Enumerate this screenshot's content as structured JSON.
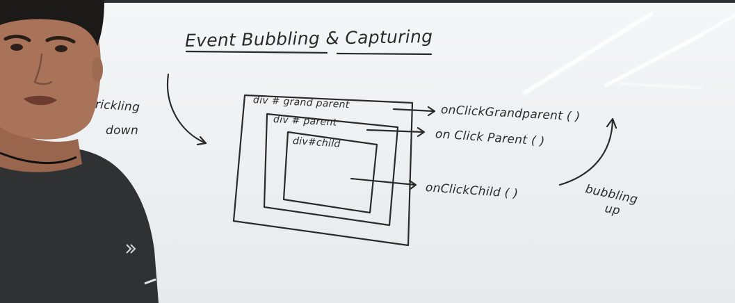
{
  "whiteboard": {
    "title": "Event Bubbling & Capturing",
    "left_note": [
      "trickling",
      "down"
    ],
    "right_note": [
      "bubbling",
      "up"
    ],
    "boxes": {
      "grandparent": "div # grand parent",
      "parent": "div # parent",
      "child": "div#child"
    },
    "handlers": {
      "grandparent": "onClickGrandparent ( )",
      "parent": "on Click Parent ( )",
      "child": "onClickChild ( )"
    }
  },
  "colors": {
    "ink": "#2a2a2a",
    "board": "#eef1f3",
    "shirt": "#2f3133",
    "skin": "#a9735a",
    "hair": "#1c1a18"
  }
}
